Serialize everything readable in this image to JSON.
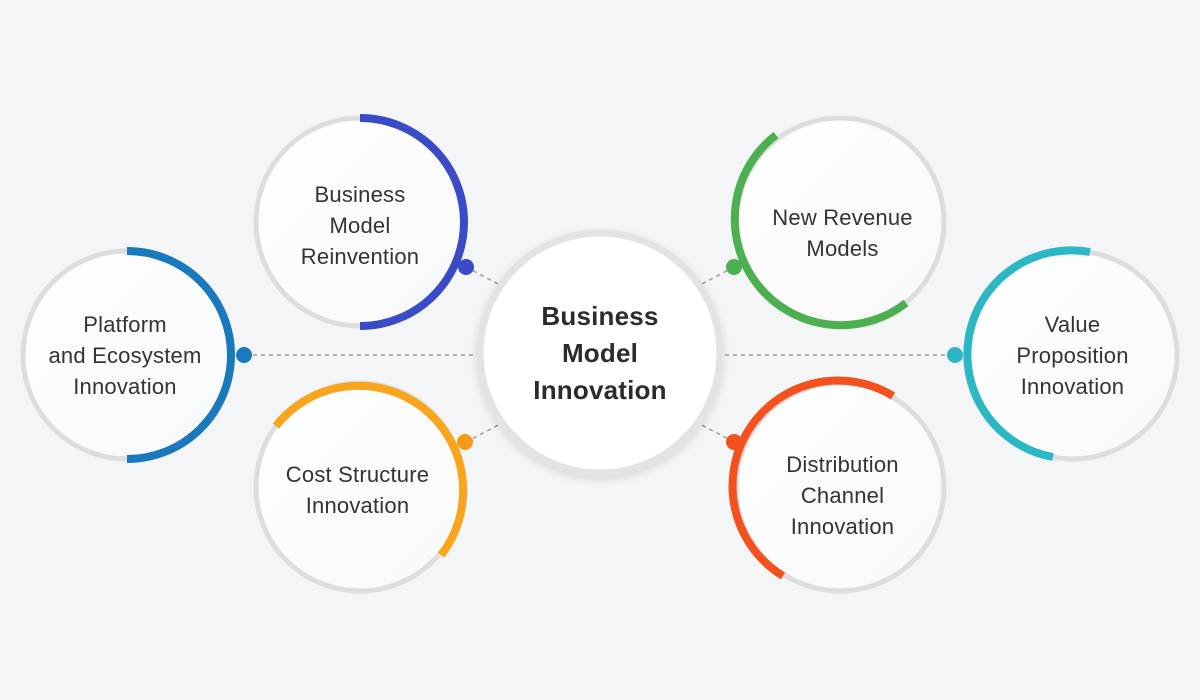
{
  "center": {
    "lines": [
      "Business",
      "Model",
      "Innovation"
    ]
  },
  "nodes": [
    {
      "id": "business-model-reinvention",
      "lines": [
        "Business",
        "Model",
        "Reinvention"
      ],
      "color": "#3a4bc8"
    },
    {
      "id": "platform-ecosystem-innovation",
      "lines": [
        "Platform",
        "and Ecosystem",
        "Innovation"
      ],
      "color": "#1a78bd"
    },
    {
      "id": "cost-structure-innovation",
      "lines": [
        "Cost Structure",
        "Innovation"
      ],
      "color": "#f8a51b"
    },
    {
      "id": "new-revenue-models",
      "lines": [
        "New Revenue",
        "Models"
      ],
      "color": "#4caf50"
    },
    {
      "id": "value-proposition-innovation",
      "lines": [
        "Value",
        "Proposition",
        "Innovation"
      ],
      "color": "#2bb8c4"
    },
    {
      "id": "distribution-channel-innovation",
      "lines": [
        "Distribution",
        "Channel",
        "Innovation"
      ],
      "color": "#f4511e"
    }
  ],
  "colors": {
    "background": "#f4f5f7",
    "ring": "#dddddd",
    "connector": "#999999",
    "text": "#333333"
  }
}
